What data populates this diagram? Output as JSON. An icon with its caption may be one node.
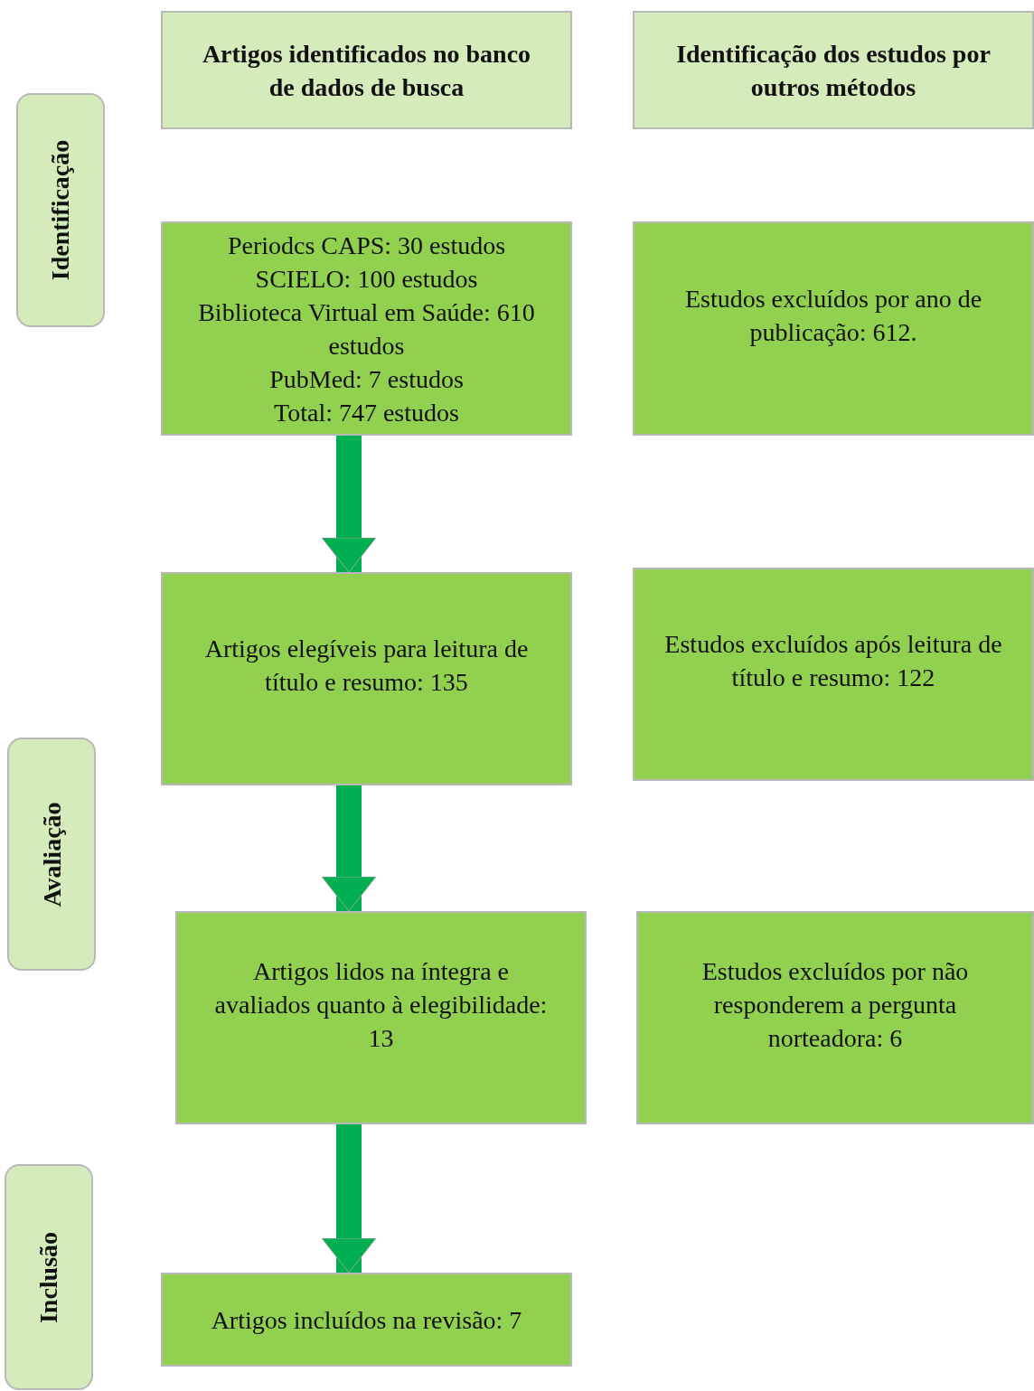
{
  "diagram": {
    "nodes": [
      {
        "text": [
          "Artigos identificados no banco de dados de busca"
        ]
      },
      {
        "text": [
          "Identificação dos estudos por outros métodos"
        ]
      },
      {
        "text": [
          "Periodcs CAPS: 30 estudos",
          "SCIELO: 100 estudos",
          "Biblioteca Virtual em Saúde: 610 estudos",
          "PubMed: 7 estudos",
          "Total: 747 estudos"
        ]
      },
      {
        "text": [
          "Estudos excluídos por ano de publicação: 612."
        ]
      },
      {
        "text": [
          "Artigos elegíveis para leitura de título e resumo: 135"
        ]
      },
      {
        "text": [
          "Estudos excluídos após leitura de título e resumo: 122"
        ]
      },
      {
        "text": [
          "Artigos lidos na íntegra e avaliados quanto à elegibilidade: 13"
        ]
      },
      {
        "text": [
          "Estudos excluídos por não responderem a pergunta norteadora: 6"
        ]
      },
      {
        "text": [
          "Artigos incluídos na revisão: 7"
        ]
      },
      {
        "text": [
          "Identificação"
        ]
      },
      {
        "text": [
          "Avaliação"
        ]
      },
      {
        "text": [
          "Inclusão"
        ]
      }
    ],
    "edges": [
      {
        "from": 2,
        "to": 4,
        "arrow": "to"
      },
      {
        "from": 4,
        "to": 6,
        "arrow": "to"
      },
      {
        "from": 6,
        "to": 8,
        "arrow": "to"
      }
    ]
  }
}
